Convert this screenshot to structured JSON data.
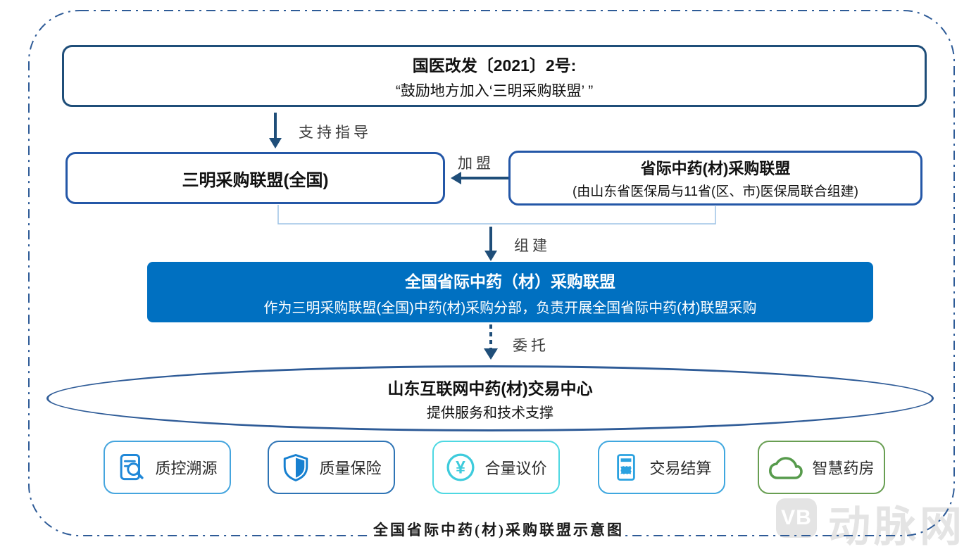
{
  "top_box": {
    "title": "国医改发〔2021〕2号:",
    "subtitle": "“鼓励地方加入‘三明采购联盟’ ”"
  },
  "arrows": {
    "support": "支持指导",
    "join": "加盟",
    "form": "组建",
    "entrust": "委托"
  },
  "sanming_box": {
    "title": "三明采购联盟(全国)"
  },
  "provincial_box": {
    "title": "省际中药(材)采购联盟",
    "subtitle": "(由山东省医保局与11省(区、市)医保局联合组建)"
  },
  "national_box": {
    "title": "全国省际中药（材）采购联盟",
    "subtitle": "作为三明采购联盟(全国)中药(材)采购分部，负责开展全国省际中药(材)联盟采购"
  },
  "center_ellipse": {
    "title": "山东互联网中药(材)交易中心",
    "subtitle": "提供服务和技术支撑"
  },
  "services": [
    {
      "label": "质控溯源",
      "icon": "document-search-icon",
      "border_color": "#45A5DE",
      "icon_color": "#2088D8"
    },
    {
      "label": "质量保险",
      "icon": "shield-icon",
      "border_color": "#2E74B5",
      "icon_color": "#1780D0"
    },
    {
      "label": "合量议价",
      "icon": "yuan-circle-icon",
      "icon_glyph": "¥",
      "border_color": "#4ED8E2",
      "icon_color": "#3ECBDC"
    },
    {
      "label": "交易结算",
      "icon": "receipt-icon",
      "border_color": "#3FA7DF",
      "icon_color": "#2BA2E0"
    },
    {
      "label": "智慧药房",
      "icon": "cloud-icon",
      "border_color": "#689E52",
      "icon_color": "#579B4C"
    }
  ],
  "caption": "全国省际中药(材)采购联盟示意图",
  "watermark": {
    "logo": "VB",
    "text": "动脉网"
  },
  "colors": {
    "box_fill_blue": "#0070C1",
    "border_navy": "#2457A7",
    "arrow_navy": "#1F4E79",
    "bracket_light_blue": "#9DC3E6",
    "outer_border": "#2E5B97",
    "watermark_gray": "#E4E4E4"
  }
}
